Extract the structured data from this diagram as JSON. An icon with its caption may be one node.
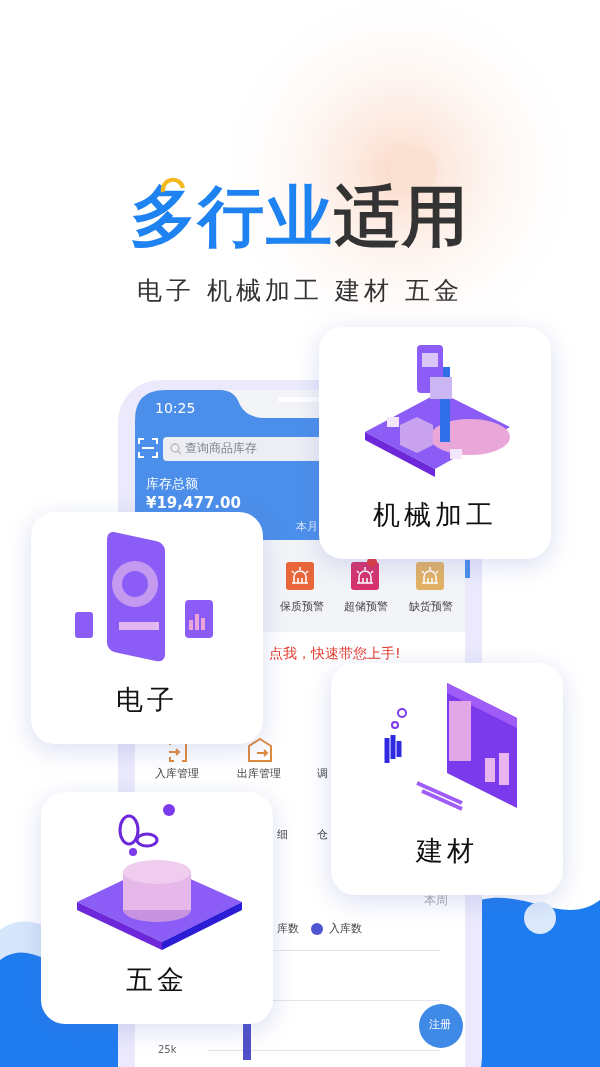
{
  "diagram": {
    "title": "多行业适用",
    "caption": "电子 机械加工 建材 五金",
    "nodes": [
      {
        "text": [
          "机械加工"
        ]
      },
      {
        "text": [
          "电子"
        ]
      },
      {
        "text": [
          "建材"
        ]
      },
      {
        "text": [
          "五金"
        ]
      }
    ],
    "labels": [
      "10:25",
      "查询商品库存",
      "库存总额",
      "¥19,477.00",
      "本月",
      "保质预警",
      "超储预警",
      "缺货预警",
      "点我，快速带您上手!",
      "入库管理",
      "出库管理",
      "调",
      "细",
      "仓",
      "本周",
      "注册",
      "25k"
    ],
    "legend": [
      {
        "text": "库数"
      },
      {
        "text": "入库数",
        "color": "#4f55cf"
      }
    ]
  }
}
